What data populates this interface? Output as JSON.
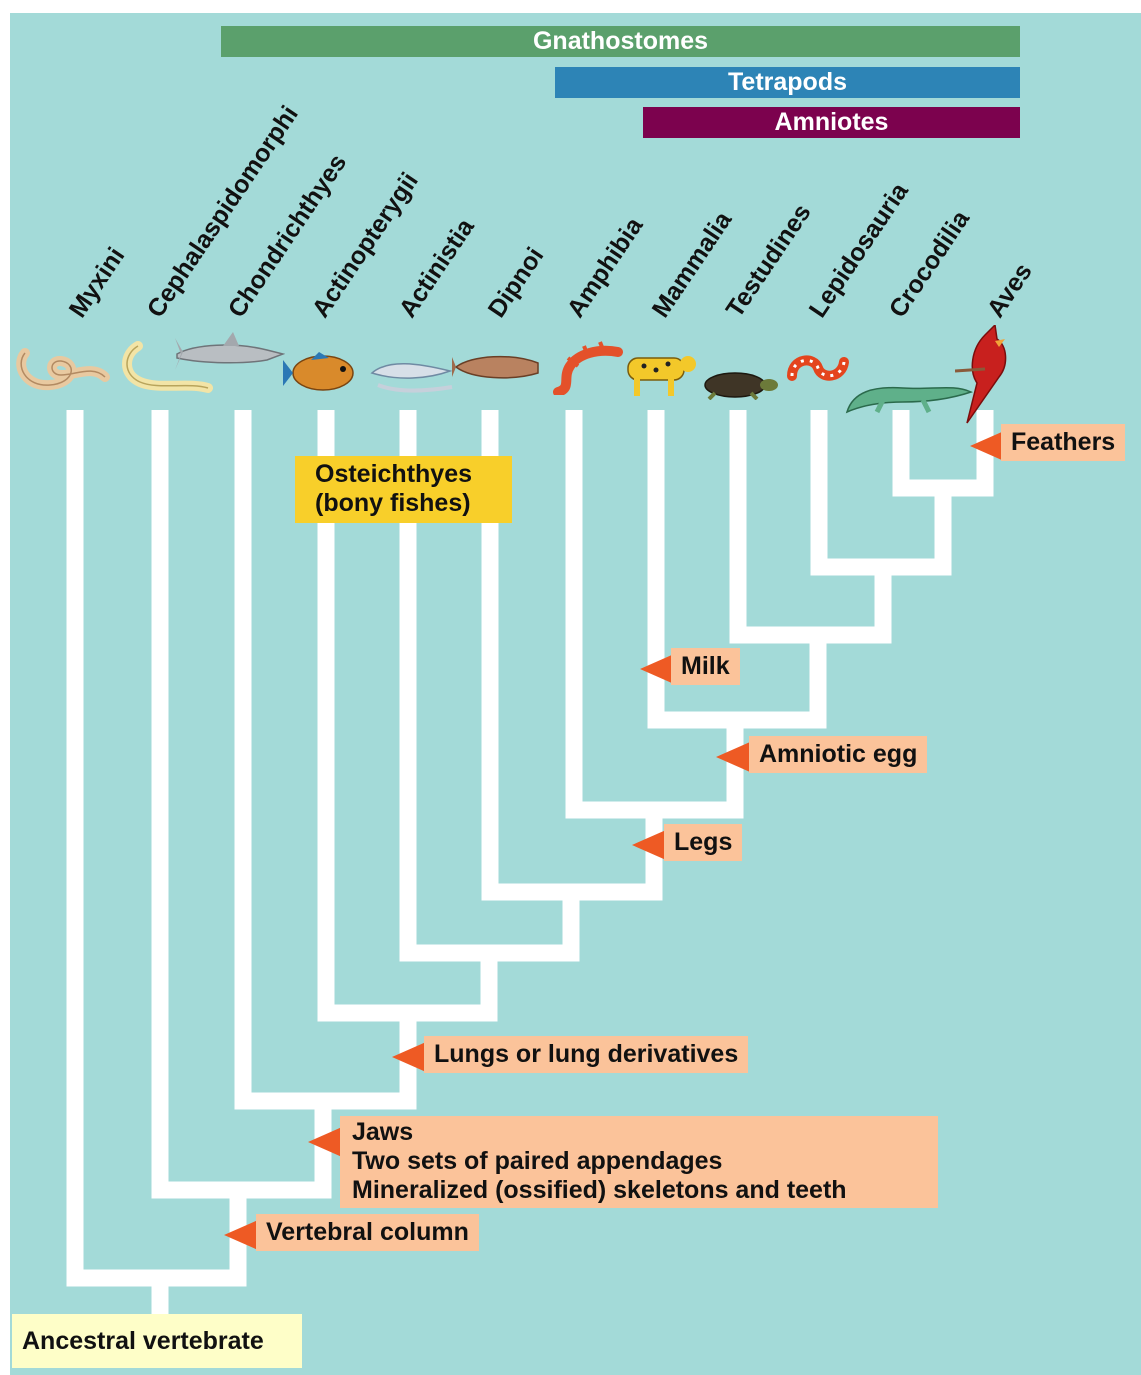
{
  "clade_bars": [
    {
      "label": "Gnathostomes",
      "color": "#5ba06c"
    },
    {
      "label": "Tetrapods",
      "color": "#2d84b6"
    },
    {
      "label": "Amniotes",
      "color": "#7c024e"
    }
  ],
  "taxa": [
    "Myxini",
    "Cephalaspidomorphi",
    "Chondrichthyes",
    "Actinopterygii",
    "Actinistia",
    "Dipnoi",
    "Amphibia",
    "Mammalia",
    "Testudines",
    "Lepidosauria",
    "Crocodilia",
    "Aves"
  ],
  "group_label": {
    "line1": "Osteichthyes",
    "line2": "(bony fishes)"
  },
  "characters": {
    "feathers": "Feathers",
    "milk": "Milk",
    "amniotic_egg": "Amniotic egg",
    "legs": "Legs",
    "lungs": "Lungs or lung derivatives",
    "jaws": "Jaws",
    "paired_appendages": "Two sets of paired appendages",
    "skeleton": "Mineralized (ossified) skeletons and teeth",
    "vertebral_column": "Vertebral column"
  },
  "root_label": "Ancestral vertebrate",
  "colors": {
    "background": "#a3dad8",
    "branch": "#ffffff",
    "label_fill": "#fbc39a",
    "arrow": "#ee5a24",
    "group_fill": "#f8cf2a",
    "root_fill": "#fefec8"
  },
  "organism_icons": [
    "hagfish-icon",
    "lamprey-icon",
    "shark-icon",
    "ray-finned-fish-icon",
    "coelacanth-icon",
    "lungfish-icon",
    "salamander-icon",
    "leopard-icon",
    "turtle-icon",
    "snake-icon",
    "crocodile-icon",
    "cardinal-bird-icon"
  ]
}
